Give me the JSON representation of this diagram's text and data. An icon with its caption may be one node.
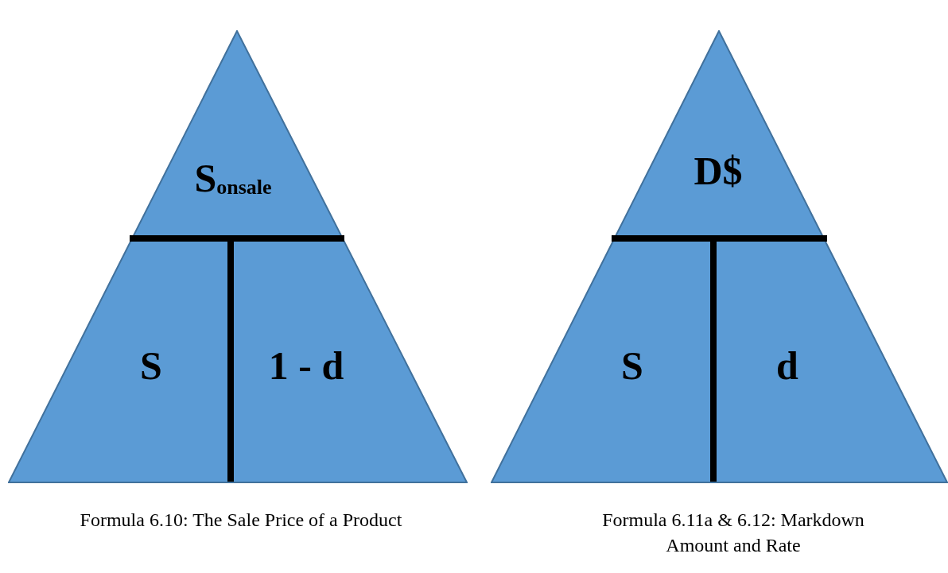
{
  "diagram": {
    "nodes": [
      {
        "text": [
          "S$_{onsale}$",
          "S",
          "1 - d"
        ],
        "beside": [
          "Formula 6.10: The Sale Price of a Product"
        ]
      },
      {
        "text": [
          "D$",
          "S",
          "d"
        ],
        "beside": [
          "Formula 6.11a & 6.12: Markdown Amount and Rate"
        ]
      }
    ]
  }
}
